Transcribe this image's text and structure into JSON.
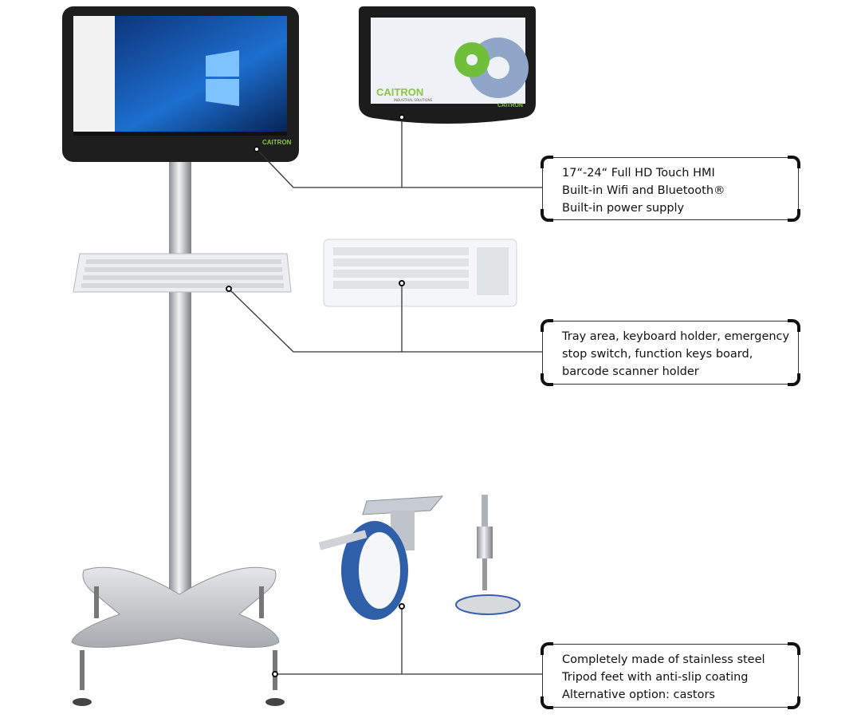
{
  "callouts": [
    {
      "lines": [
        "17“-24“ Full HD Touch HMI",
        "Built-in Wifi and Bluetooth®",
        "Built-in power supply"
      ]
    },
    {
      "lines": [
        "Tray area, keyboard holder, emergency",
        "stop switch, function keys board,",
        "barcode scanner holder"
      ]
    },
    {
      "lines": [
        "Completely made of stainless steel",
        "Tripod feet with anti-slip coating",
        "Alternative option: castors"
      ]
    }
  ],
  "brand": {
    "name": "CAITRON",
    "tagline": "INDUSTRIAL SOLUTIONS"
  },
  "colors": {
    "brand": "#8cc63f",
    "line": "#333333",
    "steel": "#c8cbcf",
    "castor_blue": "#2f5fa8"
  }
}
